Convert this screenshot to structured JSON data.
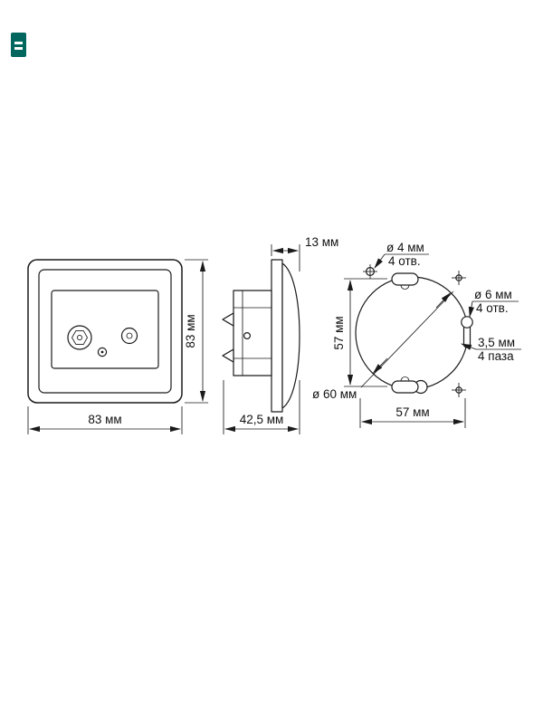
{
  "drawing": {
    "front": {
      "width": "83 мм",
      "height": "83 мм"
    },
    "side": {
      "depth_top": "13 мм",
      "depth_total": "42,5 мм"
    },
    "back": {
      "pitch_v": "57 мм",
      "pitch_h": "57 мм",
      "diameter": "ø 60 мм",
      "hole_small": {
        "size": "ø 4 мм",
        "count": "4 отв."
      },
      "hole_large": {
        "size": "ø 6 мм",
        "count": "4 отв."
      },
      "slot": {
        "size": "3,5 мм",
        "count": "4 паза"
      }
    },
    "colors": {
      "line": "#1a1a1a",
      "logo": "#00665e",
      "background": "#ffffff"
    }
  }
}
